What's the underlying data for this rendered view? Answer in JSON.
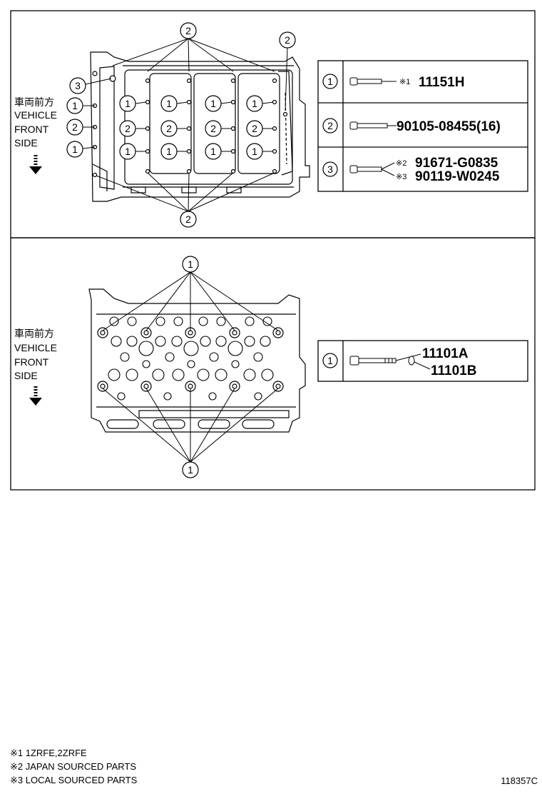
{
  "front_label": {
    "jp": "車両前方",
    "line1": "VEHICLE",
    "line2": "FRONT",
    "line3": "SIDE"
  },
  "callouts": {
    "c1": "1",
    "c2": "2",
    "c3": "3"
  },
  "upper_table": {
    "row1": {
      "mark": "※1",
      "part": "11151H"
    },
    "row2": {
      "part": "90105-08455(16)"
    },
    "row3": {
      "mark_a": "※2",
      "part_a": "91671-G0835",
      "mark_b": "※3",
      "part_b": "90119-W0245"
    }
  },
  "lower_table": {
    "row1": {
      "part_a": "11101A",
      "part_b": "11101B"
    }
  },
  "notes": [
    "※1 1ZRFE,2ZRFE",
    "※2 JAPAN SOURCED PARTS",
    "※3 LOCAL SOURCED PARTS"
  ],
  "figure_id": "118357C"
}
